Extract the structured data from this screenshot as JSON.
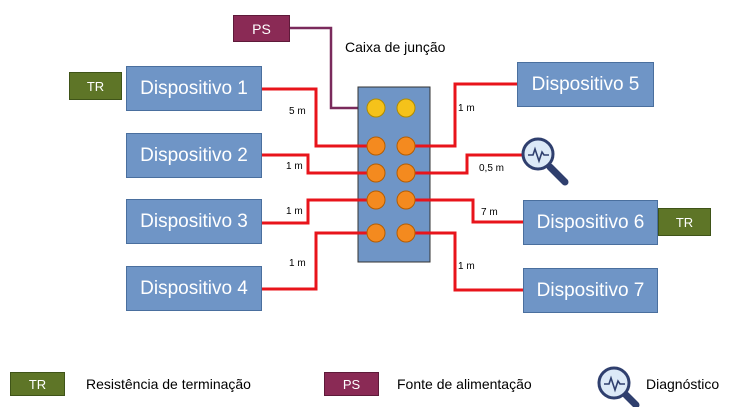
{
  "title": "Caixa de junção",
  "devices": [
    {
      "label": "Dispositivo 1"
    },
    {
      "label": "Dispositivo 2"
    },
    {
      "label": "Dispositivo 3"
    },
    {
      "label": "Dispositivo 4"
    },
    {
      "label": "Dispositivo 5"
    },
    {
      "label": "Dispositivo 6"
    },
    {
      "label": "Dispositivo 7"
    }
  ],
  "tags": {
    "tr": "TR",
    "ps": "PS"
  },
  "distances": {
    "d1": "5 m",
    "d2": "1 m",
    "d3": "1 m",
    "d4": "1 m",
    "d5": "1 m",
    "diag": "0,5 m",
    "d6": "7 m",
    "d7": "1 m"
  },
  "legend": {
    "tr_label": "TR",
    "tr_text": "Resistência de terminação",
    "ps_label": "PS",
    "ps_text": "Fonte de alimentação",
    "diag_text": "Diagnóstico"
  },
  "colors": {
    "device": "#6f95c6",
    "tr": "#5e7527",
    "ps": "#8a2a55",
    "cable": "#e8141b",
    "ps_cable": "#7a2a5c",
    "port": "#f48a1f",
    "port_ps": "#f5c21a"
  }
}
